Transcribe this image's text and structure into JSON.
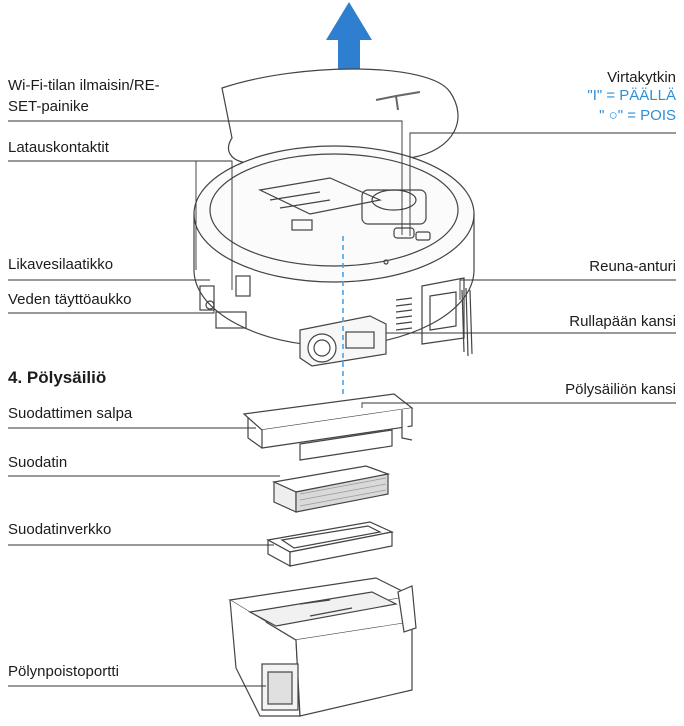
{
  "section_title": "4. Pölysäiliö",
  "colors": {
    "arrow": "#2f7fd0",
    "accent_text": "#2e8fd6",
    "line": "#333333"
  },
  "labels": {
    "wifi_line1": "Wi-Fi-tilan ilmaisin/RE-",
    "wifi_line2": "SET-painike",
    "charging_contacts": "Latauskontaktit",
    "dirty_water_tray": "Likavesilaatikko",
    "water_fill_port": "Veden täyttöaukko",
    "power_switch": "Virtakytkin",
    "power_on": "\"I\" = PÄÄLLÄ",
    "power_off": "\" ○\" = POIS",
    "edge_sensor": "Reuna-anturi",
    "roller_cover": "Rullapään kansi",
    "dustbin_cover": "Pölysäiliön kansi",
    "filter_latch": "Suodattimen salpa",
    "filter": "Suodatin",
    "filter_mesh": "Suodatinverkko",
    "dust_port": "Pölynpoistoportti"
  }
}
